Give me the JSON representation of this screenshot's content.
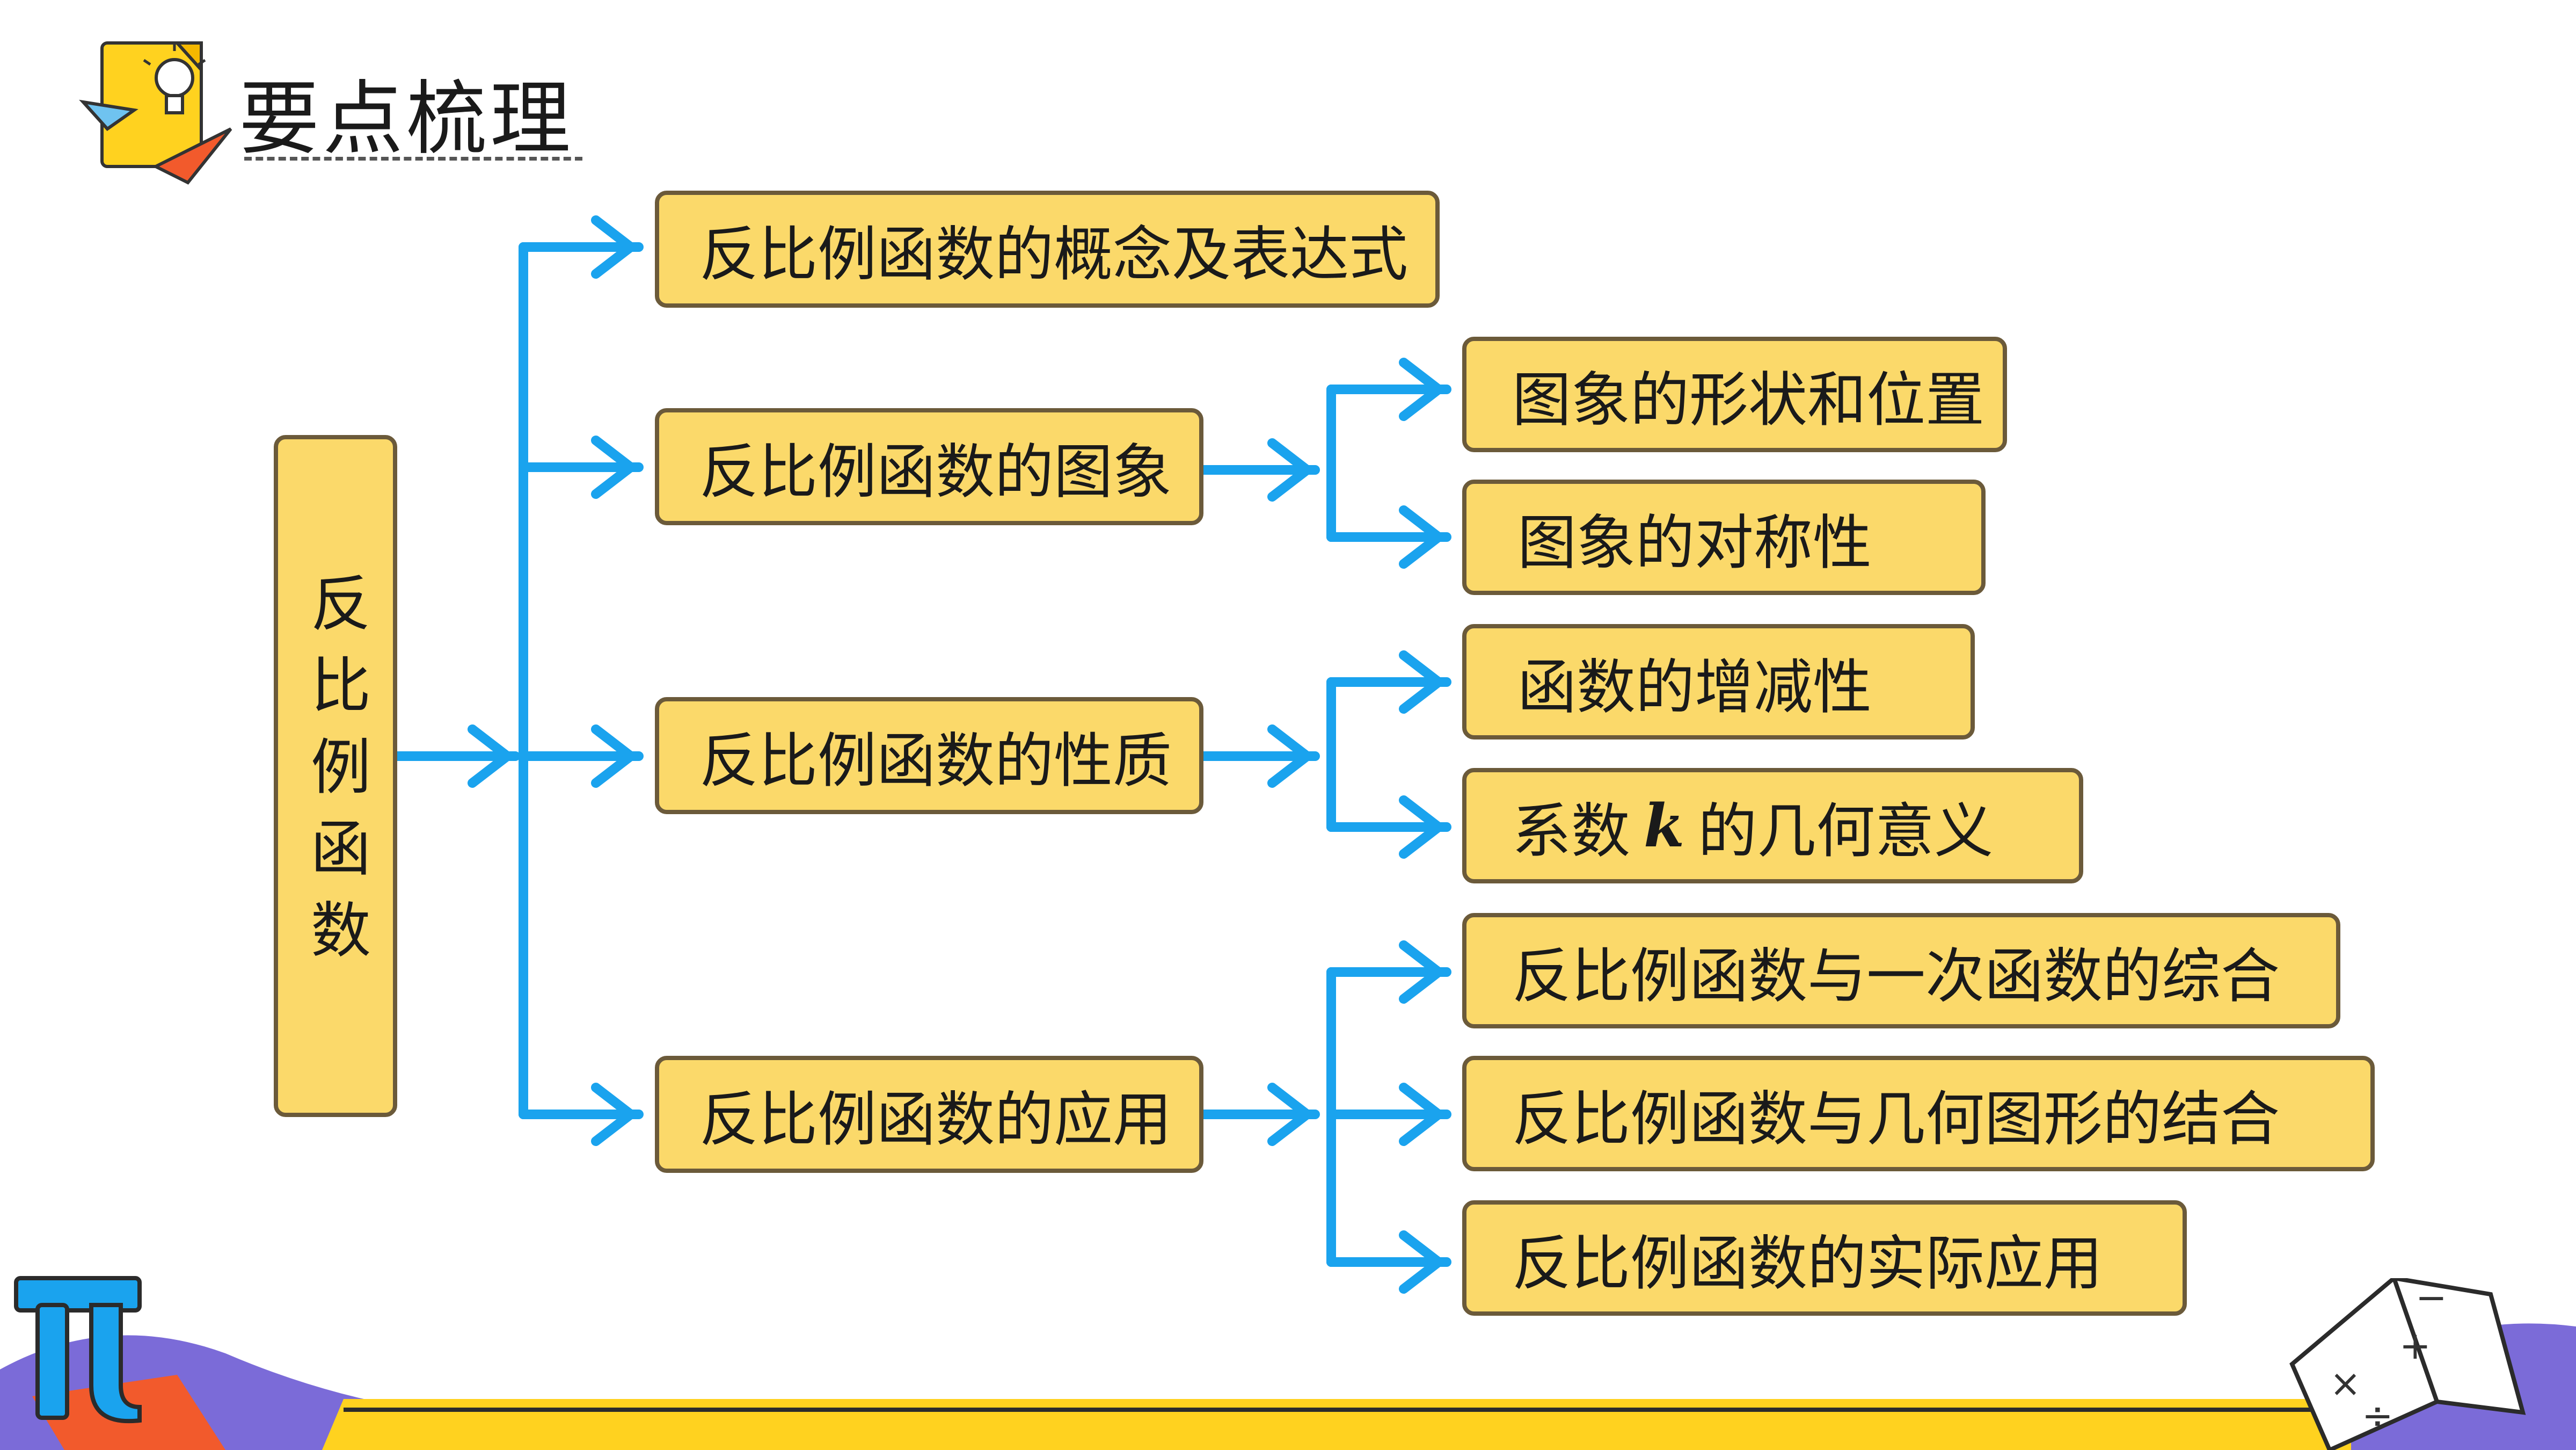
{
  "header": {
    "title": "要点梳理",
    "icon": "lightbulb-paper-plane-icon"
  },
  "colors": {
    "box_fill": "#fbd96a",
    "box_border": "#6b5a3a",
    "connector": "#1aa3ee",
    "footer_stripe": "#ffd21f",
    "footer_wave": "#7b6bd8"
  },
  "root": {
    "label": "反比例函数"
  },
  "level1": [
    {
      "label": "反比例函数的概念及表达式"
    },
    {
      "label": "反比例函数的图象"
    },
    {
      "label": "反比例函数的性质"
    },
    {
      "label": "反比例函数的应用"
    }
  ],
  "level2_image": [
    {
      "label": "图象的形状和位置"
    },
    {
      "label": "图象的对称性"
    }
  ],
  "level2_property": [
    {
      "label": "函数的增减性"
    },
    {
      "label_before": "系数",
      "label_var": "k",
      "label_after": "的几何意义"
    }
  ],
  "level2_application": [
    {
      "label": "反比例函数与一次函数的综合"
    },
    {
      "label": "反比例函数与几何图形的结合"
    },
    {
      "label": "反比例函数的实际应用"
    }
  ],
  "decorations": {
    "pi_symbol": "π"
  }
}
